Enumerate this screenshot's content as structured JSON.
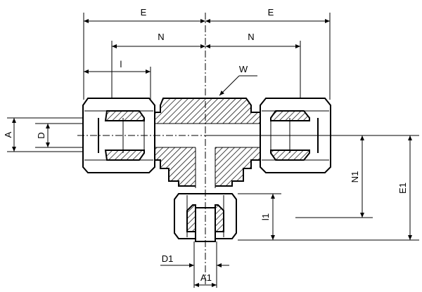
{
  "labels": {
    "E_left": "E",
    "E_right": "E",
    "N_left": "N",
    "N_right": "N",
    "l": "l",
    "W": "W",
    "A": "A",
    "D": "D",
    "N1": "N1",
    "E1": "E1",
    "l1": "l1",
    "D1": "D1",
    "A1": "A1"
  },
  "colors": {
    "line": "#000000",
    "background": "#ffffff"
  }
}
